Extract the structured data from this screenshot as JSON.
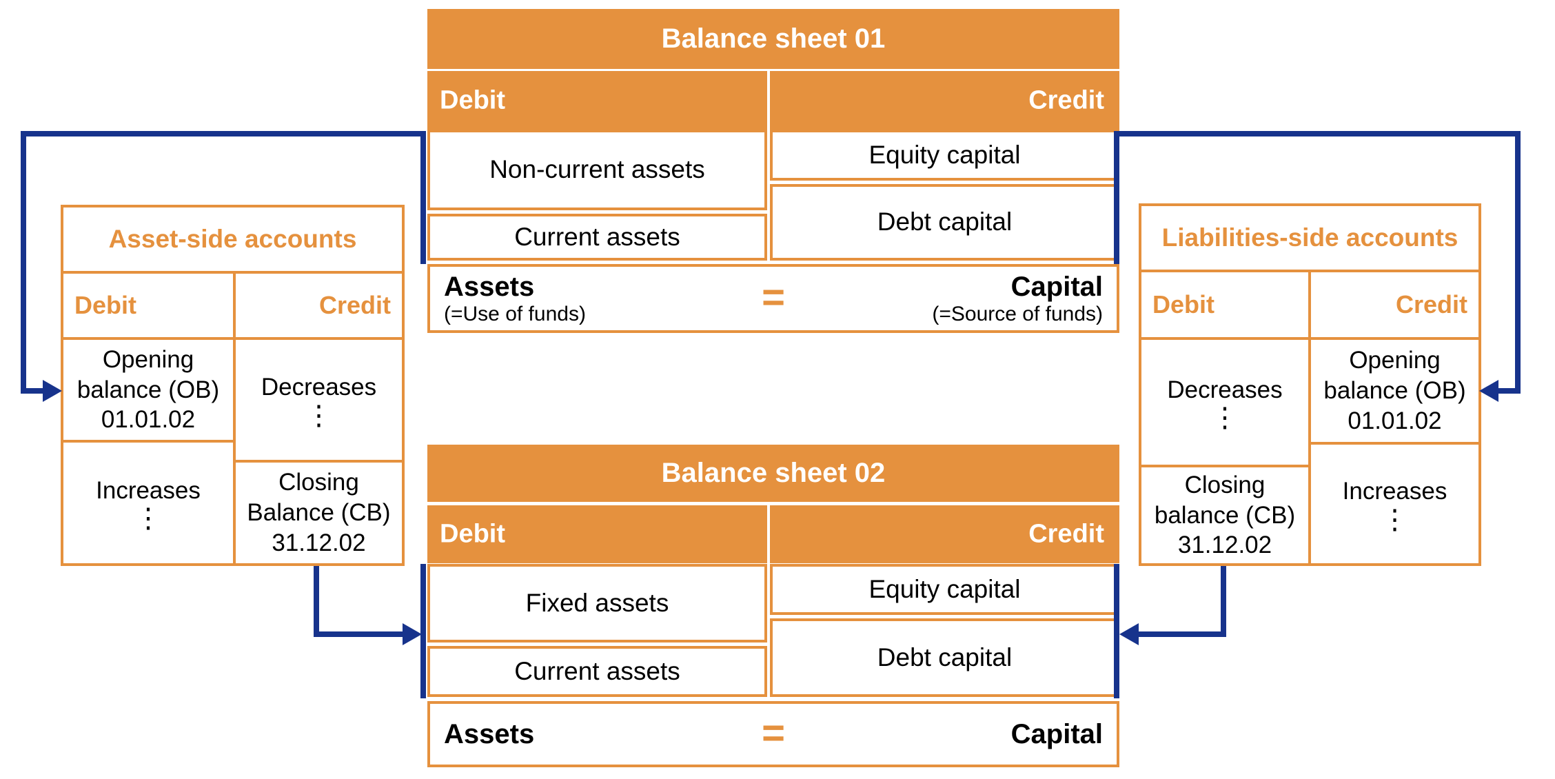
{
  "colors": {
    "orange": "#E5913E",
    "blue": "#17338C"
  },
  "bs01": {
    "title": "Balance sheet 01",
    "debit_label": "Debit",
    "credit_label": "Credit",
    "cells": {
      "debit_top": "Non-current assets",
      "debit_bottom": "Current assets",
      "credit_top": "Equity capital",
      "credit_bottom": "Debt capital"
    },
    "equation": {
      "left": "Assets",
      "left_sub": "(=Use of funds)",
      "sign": "=",
      "right": "Capital",
      "right_sub": "(=Source of funds)"
    }
  },
  "bs02": {
    "title": "Balance sheet 02",
    "debit_label": "Debit",
    "credit_label": "Credit",
    "cells": {
      "debit_top": "Fixed assets",
      "debit_bottom": "Current assets",
      "credit_top": "Equity capital",
      "credit_bottom": "Debt capital"
    },
    "equation": {
      "left": "Assets",
      "sign": "=",
      "right": "Capital"
    }
  },
  "asset_account": {
    "title": "Asset-side accounts",
    "debit_label": "Debit",
    "credit_label": "Credit",
    "debit_top": "Opening\nbalance (OB)\n01.01.02",
    "credit_top": "Decreases",
    "credit_top_ellipsis": "⋮",
    "debit_bottom": "Increases",
    "debit_bottom_ellipsis": "⋮",
    "credit_bottom": "Closing\nBalance (CB)\n31.12.02"
  },
  "liability_account": {
    "title": "Liabilities-side accounts",
    "debit_label": "Debit",
    "credit_label": "Credit",
    "debit_top": "Decreases",
    "debit_top_ellipsis": "⋮",
    "credit_top": "Opening\nbalance (OB)\n01.01.02",
    "debit_bottom": "Closing\nbalance (CB)\n31.12.02",
    "credit_bottom": "Increases",
    "credit_bottom_ellipsis": "⋮"
  }
}
